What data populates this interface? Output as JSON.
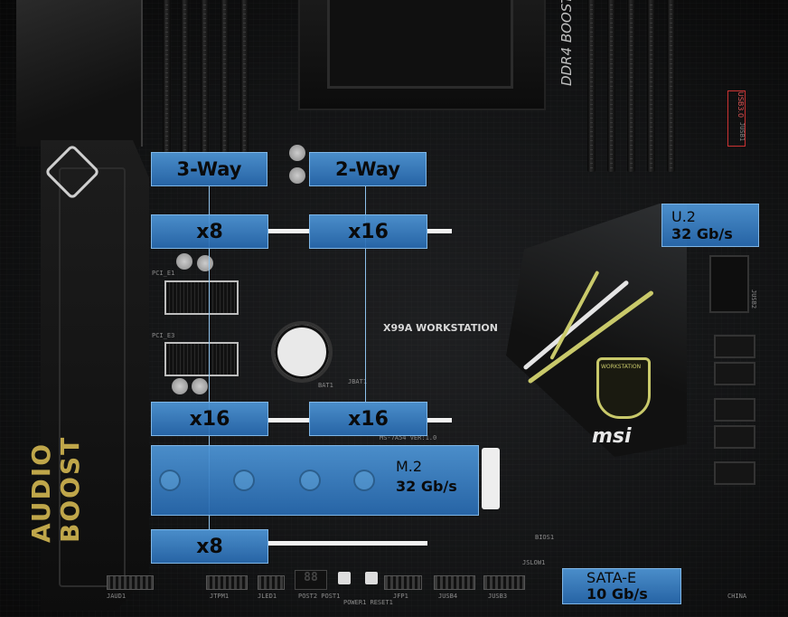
{
  "overlay_labels": {
    "three_way": "3-Way",
    "two_way": "2-Way",
    "slot1_left": "x8",
    "slot1_right": "x16",
    "slot3_left": "x16",
    "slot3_right": "x16",
    "slot5": "x8",
    "u2_name": "U.2",
    "u2_speed": "32 Gb/s",
    "m2_name": "M.2",
    "m2_speed": "32 Gb/s",
    "sata_e_name": "SATA-E",
    "sata_e_speed": "10 Gb/s"
  },
  "board_text": {
    "model": "X99A WORKSTATION",
    "memory": "DDR4 BOOST",
    "audio": "AUDIO BOOST",
    "brand": "msi",
    "badge": "WORKSTATION",
    "usb": "USB3.0"
  },
  "silkscreen": {
    "pcie1": "PCI_E1",
    "pcie3": "PCI_E3",
    "bat": "BAT1",
    "jbat": "JBAT1",
    "ver": "MS-7A54 VER:1.0",
    "jusb1": "JUSB1",
    "jusb2": "JUSB2",
    "jaud": "JAUD1",
    "jtpm": "JTPM1",
    "jled": "JLED1",
    "post": "POST2 POST1",
    "power": "POWER1 RESET1",
    "jfp": "JFP1",
    "jusb4": "JUSB4",
    "jusb3": "JUSB3",
    "jslow": "JSLOW1",
    "bios": "BIOS1",
    "china": "CHINA"
  },
  "colors": {
    "label_blue": "#3b86cc",
    "shroud_yellow": "#c9c96a"
  }
}
